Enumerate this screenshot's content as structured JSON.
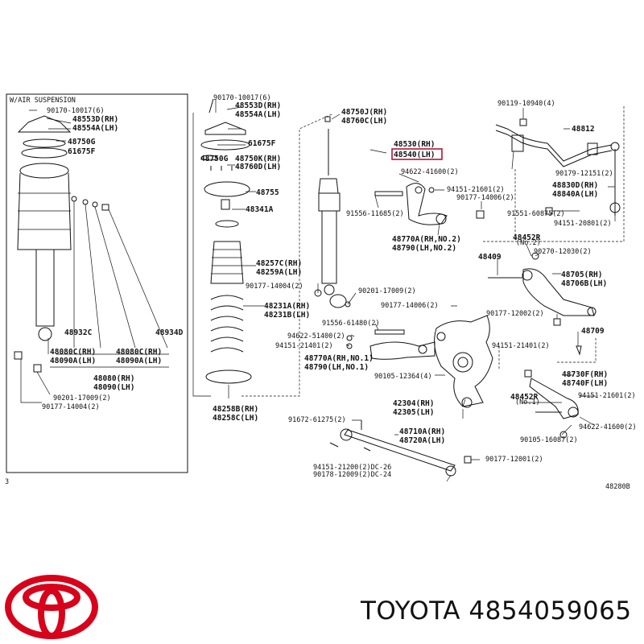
{
  "header": {
    "variant_note": "W/AIR SUSPENSION"
  },
  "callouts": {
    "c90170a": "90170-10017(6)",
    "c48553d_l": "48553D(RH)",
    "c48554a_l": "48554A(LH)",
    "c48750g_l": "48750G",
    "c61675f_l": "61675F",
    "c48080c_l": "48080C(RH)",
    "c48090a_l": "48090A(LH)",
    "c48932c": "48932C",
    "c48934d": "48934D",
    "c48080c_r": "48080C(RH)",
    "c48090a_r": "48090A(LH)",
    "c48080": "48080(RH)",
    "c48090": "48090(LH)",
    "c90201_l": "90201-17009(2)",
    "c90177_l": "90177-14004(2)",
    "c90170b": "90170-10017(6)",
    "c48553d": "48553D(RH)",
    "c48554a": "48554A(LH)",
    "c48750g": "48750G",
    "c61675f": "61675F",
    "c48750k": "48750K(RH)",
    "c48760d": "48760D(LH)",
    "c48755": "48755",
    "c48341a": "48341A",
    "c48257c": "48257C(RH)",
    "c48259a": "48259A(LH)",
    "c90177a": "90177-14004(2)",
    "c48231a": "48231A(RH)",
    "c48231b": "48231B(LH)",
    "c48258b": "48258B(RH)",
    "c48258c": "48258C(LH)",
    "c48750j": "48750J(RH)",
    "c48760c": "48760C(LH)",
    "c48530": "48530(RH)",
    "c48540": "48540(LH)",
    "c94622a": "94622-41600(2)",
    "c94151a": "94151-21601(2)",
    "c90177b": "90177-14006(2)",
    "c91556a": "91556-11685(2)",
    "c48770a_2": "48770A(RH,NO.2)",
    "c48790_2": "48790(LH,NO.2)",
    "c90201b": "90201-17009(2)",
    "c90177c": "90177-14006(2)",
    "c91556b": "91556-61480(2)",
    "c94622b": "94622-51400(2)",
    "c94151b": "94151-21401(2)",
    "c48770a_1": "48770A(RH,NO.1)",
    "c48790_1": "48790(LH,NO.1)",
    "c90105a": "90105-12364(4)",
    "c42304": "42304(RH)",
    "c42305": "42305(LH)",
    "c91672": "91672-61275(2)",
    "c48710a": "48710A(RH)",
    "c48720a": "48720A(LH)",
    "c94151c": "94151-21200(2)DC-26",
    "c90178": "90178-12009(2)DC-24",
    "c90177d": "90177-12001(2)",
    "c90119": "90119-10940(4)",
    "c48812": "48812",
    "c90179": "90179-12151(2)",
    "c48830d": "48830D(RH)",
    "c48840a": "48840A(LH)",
    "c91551": "91551-60875(2)",
    "c94151d": "94151-20801(2)",
    "c48452r_top": "48452R",
    "c48452r_top_sub": "(No.2)",
    "c90270": "90270-12030(2)",
    "c48409": "48409",
    "c48705": "48705(RH)",
    "c48706b": "48706B(LH)",
    "c90177e": "90177-12002(2)",
    "c48709": "48709",
    "c94151e": "94151-21401(2)",
    "c48730f": "48730F(RH)",
    "c48740f": "48740F(LH)",
    "c48452r_bot": "48452R",
    "c48452r_bot_sub": "(No.1)",
    "c94151f": "94151-21601(2)",
    "c94622c": "94622-41600(2)",
    "c90105b": "90105-16087(2)",
    "c_page": "3",
    "c_ref": "48280B"
  },
  "caption": {
    "text": "TOYOTA 4854059065"
  },
  "brand": {
    "logo_color": "#d7031b",
    "highlight_color": "#b0153a"
  }
}
